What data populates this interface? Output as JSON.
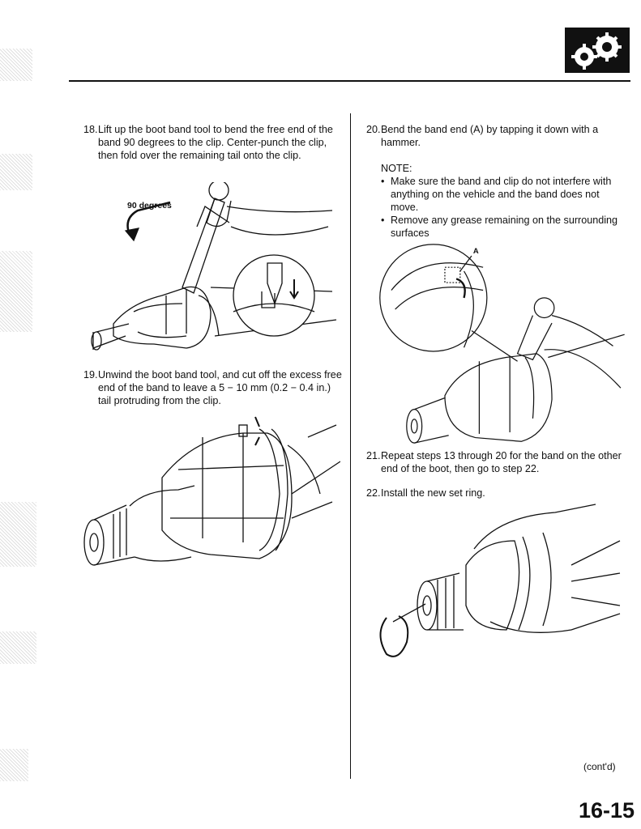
{
  "header": {
    "logo": "gears-icon"
  },
  "left": {
    "step18": {
      "num": "18.",
      "text": "Lift up the boot band tool to bend the free end of the band 90 degrees to the clip. Center-punch the clip, then fold over the remaining tail onto the clip."
    },
    "fig1": {
      "label": "90 degrees"
    },
    "step19": {
      "num": "19.",
      "text": "Unwind the boot band tool, and cut off the excess free end of the band to leave a 5 − 10 mm (0.2 − 0.4 in.) tail protruding from the clip."
    }
  },
  "right": {
    "step20": {
      "num": "20.",
      "text": "Bend the band end (A) by tapping it down with a hammer."
    },
    "note": {
      "title": "NOTE:",
      "items": [
        "Make sure the band and clip do not interfere with anything on the vehicle and the band does not move.",
        "Remove any grease remaining on the surrounding surfaces"
      ]
    },
    "fig3": {
      "label": "A"
    },
    "step21": {
      "num": "21.",
      "text": "Repeat steps 13 through 20 for the band on the other end of the boot, then go to step 22."
    },
    "step22": {
      "num": "22.",
      "text": "Install the new set ring."
    }
  },
  "footer": {
    "contd": "(cont'd)",
    "page": "16-15"
  }
}
